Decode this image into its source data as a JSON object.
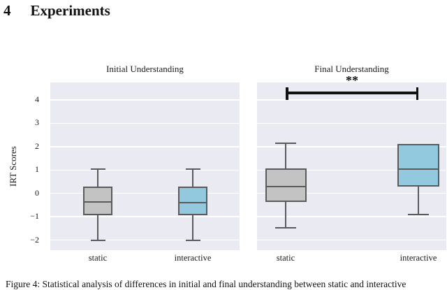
{
  "heading": {
    "number": "4",
    "title": "Experiments"
  },
  "figure": {
    "ylabel": "IRT Scores",
    "ytick_labels": [
      "4",
      "3",
      "2",
      "1",
      "0",
      "−1",
      "−2"
    ],
    "ytick_values": [
      4,
      3,
      2,
      1,
      0,
      -1,
      -2
    ],
    "panels": [
      {
        "title": "Initial Understanding",
        "xticklabels": [
          "static",
          "interactive"
        ]
      },
      {
        "title": "Final Understanding",
        "significance": "**",
        "xticklabels": [
          "static",
          "interactive"
        ]
      }
    ]
  },
  "chart_data": {
    "type": "box",
    "ylabel": "IRT Scores",
    "ylim": [
      -2.45,
      4.75
    ],
    "grid": true,
    "panels": [
      {
        "title": "Initial Understanding",
        "categories": [
          "static",
          "interactive"
        ],
        "series": [
          {
            "category": "static",
            "min": -2.0,
            "q1": -0.95,
            "median": -0.38,
            "q3": 0.28,
            "max": 1.05,
            "color": "#c3c3c3"
          },
          {
            "category": "interactive",
            "min": -2.0,
            "q1": -0.95,
            "median": -0.4,
            "q3": 0.28,
            "max": 1.05,
            "color": "#92c9de"
          }
        ]
      },
      {
        "title": "Final Understanding",
        "significance": "**",
        "categories": [
          "static",
          "interactive"
        ],
        "series": [
          {
            "category": "static",
            "min": -1.48,
            "q1": -0.38,
            "median": 0.3,
            "q3": 1.07,
            "max": 2.15,
            "color": "#c3c3c3"
          },
          {
            "category": "interactive",
            "min": -0.92,
            "q1": 0.28,
            "median": 1.05,
            "q3": 2.12,
            "max": 2.12,
            "color": "#92c9de"
          }
        ]
      }
    ]
  },
  "caption": {
    "text": "Figure 4: Statistical analysis of differences in initial and final understanding between static and interactive"
  },
  "colors": {
    "panel_bg": "#eaeaf2",
    "gridline": "#ffffff",
    "box_gray": "#c3c3c3",
    "box_blue": "#92c9de",
    "box_line": "#5a5a5a",
    "significance": "#111111"
  }
}
